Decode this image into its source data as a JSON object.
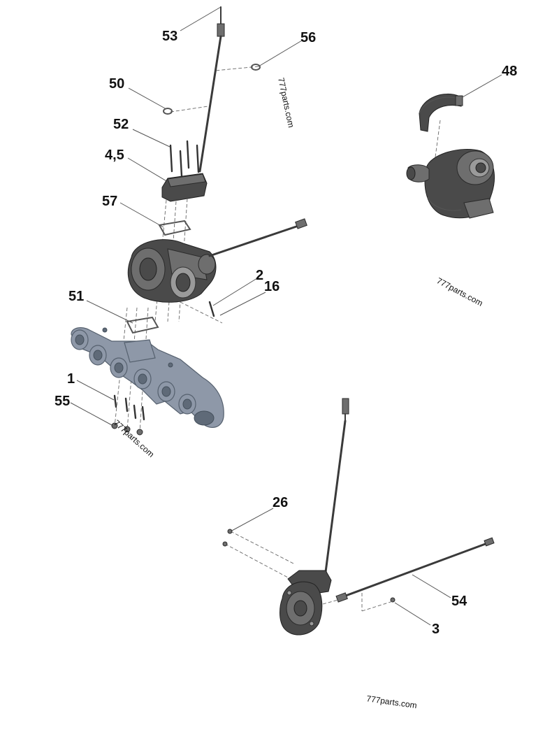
{
  "callouts": [
    {
      "id": "53",
      "label": "53"
    },
    {
      "id": "56",
      "label": "56"
    },
    {
      "id": "50",
      "label": "50"
    },
    {
      "id": "52",
      "label": "52"
    },
    {
      "id": "45",
      "label": "4,5"
    },
    {
      "id": "57",
      "label": "57"
    },
    {
      "id": "2",
      "label": "2"
    },
    {
      "id": "16",
      "label": "16"
    },
    {
      "id": "51",
      "label": "51"
    },
    {
      "id": "1",
      "label": "1"
    },
    {
      "id": "55",
      "label": "55"
    },
    {
      "id": "48",
      "label": "48"
    },
    {
      "id": "26",
      "label": "26"
    },
    {
      "id": "54",
      "label": "54"
    },
    {
      "id": "3",
      "label": "3"
    }
  ],
  "watermarks": [
    "777parts.com",
    "777parts.com",
    "777parts.com",
    "777parts.com"
  ],
  "colors": {
    "background": "#ffffff",
    "manifold": "#8e98a8",
    "metal": "#4a4a4a"
  }
}
